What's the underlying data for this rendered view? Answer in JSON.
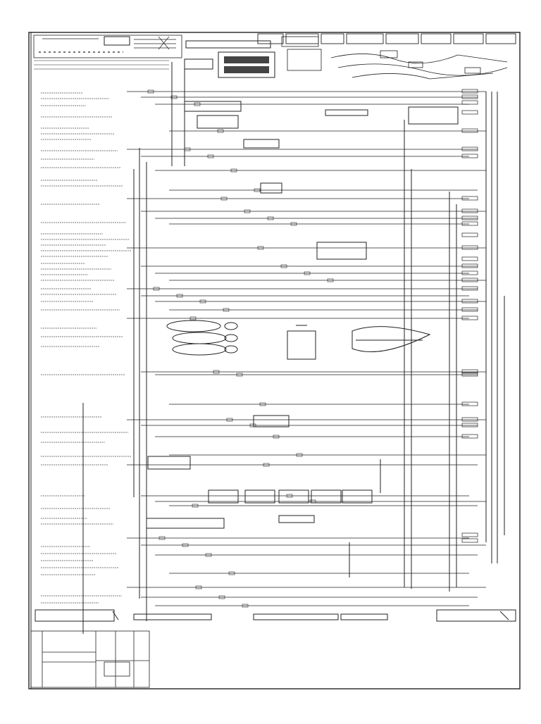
{
  "sheet": {
    "description_lines": 52,
    "title_blocks": 10,
    "circuit_symbols": [
      "connector",
      "relay",
      "gauge",
      "lamp",
      "switch",
      "fuse",
      "ground",
      "motor"
    ]
  },
  "colors": {
    "ink": "#222222",
    "paper": "#ffffff",
    "faint": "#777777"
  }
}
